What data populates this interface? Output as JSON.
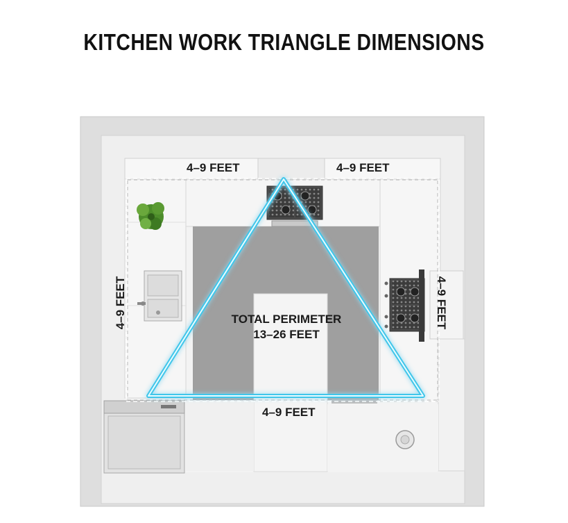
{
  "title": "KITCHEN WORK TRIANGLE DIMENSIONS",
  "labels": {
    "top_left": "4–9 FEET",
    "top_right": "4–9 FEET",
    "left": "4–9 FEET",
    "right": "4–9 FEET",
    "bottom": "4–9 FEET",
    "perimeter_line1": "TOTAL PERIMETER",
    "perimeter_line2": "13–26 FEET"
  },
  "colors": {
    "triangle": "#3fc6ea",
    "floor_center": "#9a9a9a",
    "wall": "#e3e3e3",
    "counter": "#f4f4f4"
  },
  "icons": [
    "plant-icon",
    "sink-icon",
    "cooktop-icon",
    "range-icon",
    "dishwasher-icon",
    "trash-bin-icon"
  ]
}
